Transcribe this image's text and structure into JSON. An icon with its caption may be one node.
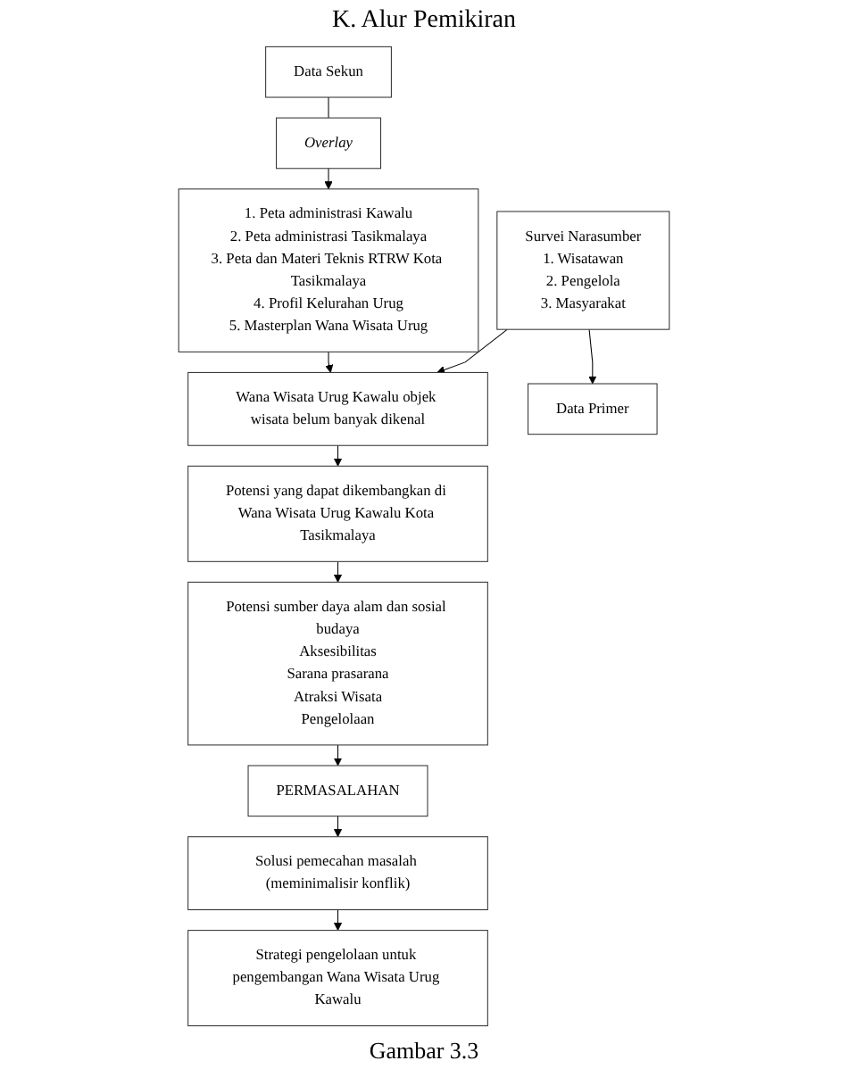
{
  "diagram": {
    "title": "K. Alur Pemikiran",
    "caption": "Gambar 3.3",
    "nodes": [
      {
        "text": [
          "1. Peta administrasi Kawalu",
          "2. Peta administrasi Tasikmalaya",
          "3. Peta dan Materi Teknis RTRW Kota Tasikmalaya",
          "4. Profil Kelurahan Urug",
          "5. Masterplan Wana Wisata Urug"
        ]
      },
      {
        "text": [
          "Overlay"
        ]
      },
      {
        "text": [
          "Survei Narasumber",
          "1. Wisatawan",
          "2. Pengelola",
          "3. Masyarakat"
        ]
      },
      {
        "text": [
          "Wana Wisata Urug Kawalu objek wisata belum banyak dikenal"
        ]
      },
      {
        "text": [
          "Data Sekun"
        ]
      },
      {
        "text": [
          "Data Primer"
        ]
      },
      {
        "text": [
          "Potensi yang dapat dikembangkan di Wana Wisata Urug Kawalu Kota Tasikmalaya"
        ]
      },
      {
        "text": [
          "Potensi sumber daya alam dan sosial budaya",
          "Aksesibilitas",
          "Sarana prasarana",
          "Atraksi Wisata",
          "Pengelolaan"
        ]
      },
      {
        "text": [
          "PERMASALAHAN"
        ]
      },
      {
        "text": [
          "Solusi pemecahan masalah (meminimalisir konflik)"
        ]
      },
      {
        "text": [
          "Strategi pengelolaan untuk pengembangan Wana Wisata Urug Kawalu"
        ]
      }
    ],
    "edges": [
      {
        "from": 4,
        "to": 1,
        "arrow": "none"
      },
      {
        "from": 1,
        "to": 0,
        "arrow": "to"
      },
      {
        "from": 0,
        "to": 3,
        "arrow": "to"
      },
      {
        "from": 2,
        "to": 3,
        "arrow": "to"
      },
      {
        "from": 2,
        "to": 5,
        "arrow": "to"
      },
      {
        "from": 3,
        "to": 6,
        "arrow": "to"
      },
      {
        "from": 6,
        "to": 7,
        "arrow": "to"
      },
      {
        "from": 7,
        "to": 8,
        "arrow": "to"
      },
      {
        "from": 8,
        "to": 9,
        "arrow": "to"
      },
      {
        "from": 9,
        "to": 10,
        "arrow": "to"
      }
    ]
  }
}
